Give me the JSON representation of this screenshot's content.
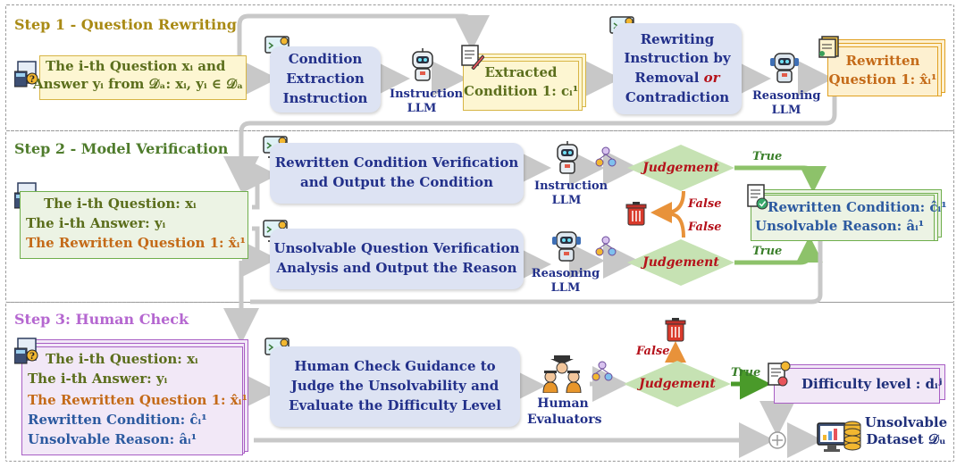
{
  "steps": {
    "step1": "Step 1 - Question Rewriting",
    "step2": "Step 2 - Model Verification",
    "step3": "Step 3: Human Check"
  },
  "colors": {
    "step1": "#a98a14",
    "step2": "#4f7c2c",
    "step3": "#b567d0",
    "blue_box": "#dde3f3",
    "diamond": "#c6e2b3"
  },
  "step1": {
    "input_line1": "The i-th Question xᵢ and",
    "input_line2": "Answer yᵢ from 𝒟ₐ: xᵢ, yᵢ ∈ 𝒟ₐ",
    "box_condition": "Condition\nExtraction\nInstruction",
    "instruction_llm": "Instruction\nLLM",
    "extracted_line1": "Extracted",
    "extracted_line2": "Condition 1: cᵢ¹",
    "box_rewriting_1": "Rewriting",
    "box_rewriting_2": "Instruction by",
    "box_rewriting_3a": "Removal",
    "box_rewriting_3b": "or",
    "box_rewriting_4": "Contradiction",
    "reasoning_llm": "Reasoning\nLLM",
    "rewritten_line1": "Rewritten",
    "rewritten_line2": "Question 1: x̂ᵢ¹"
  },
  "step2": {
    "input_line1": "The i-th Question: xᵢ",
    "input_line2": "The i-th Answer: yᵢ",
    "input_line3": "The Rewritten Question 1: x̂ᵢ¹",
    "box_top": "Rewritten Condition Verification\nand Output the Condition",
    "box_bottom": "Unsolvable Question Verification\nAnalysis and Output the Reason",
    "instruction_llm": "Instruction\nLLM",
    "reasoning_llm": "Reasoning\nLLM",
    "judgement_top": "Judgement",
    "judgement_bottom": "Judgement",
    "true_top": "True",
    "true_bottom": "True",
    "false_top": "False",
    "false_bottom": "False",
    "output_line1": "Rewritten Condition: ĉᵢ¹",
    "output_line2": "Unsolvable Reason: âᵢ¹"
  },
  "step3": {
    "input_line1": "The i-th Question: xᵢ",
    "input_line2": "The i-th Answer: yᵢ",
    "input_line3": "The Rewritten Question 1: x̂ᵢ¹",
    "input_line4": "Rewritten Condition: ĉᵢ¹",
    "input_line5": "Unsolvable Reason: âᵢ¹",
    "box": "Human Check Guidance to\nJudge the Unsolvability and\nEvaluate the Difficulty Level",
    "evaluators": "Human\nEvaluators",
    "judgement": "Judgement",
    "false": "False",
    "true": "True",
    "difficulty": "Difficulty level : dᵢʲ",
    "dataset": "Unsolvable\nDataset 𝒟ᵤ"
  }
}
